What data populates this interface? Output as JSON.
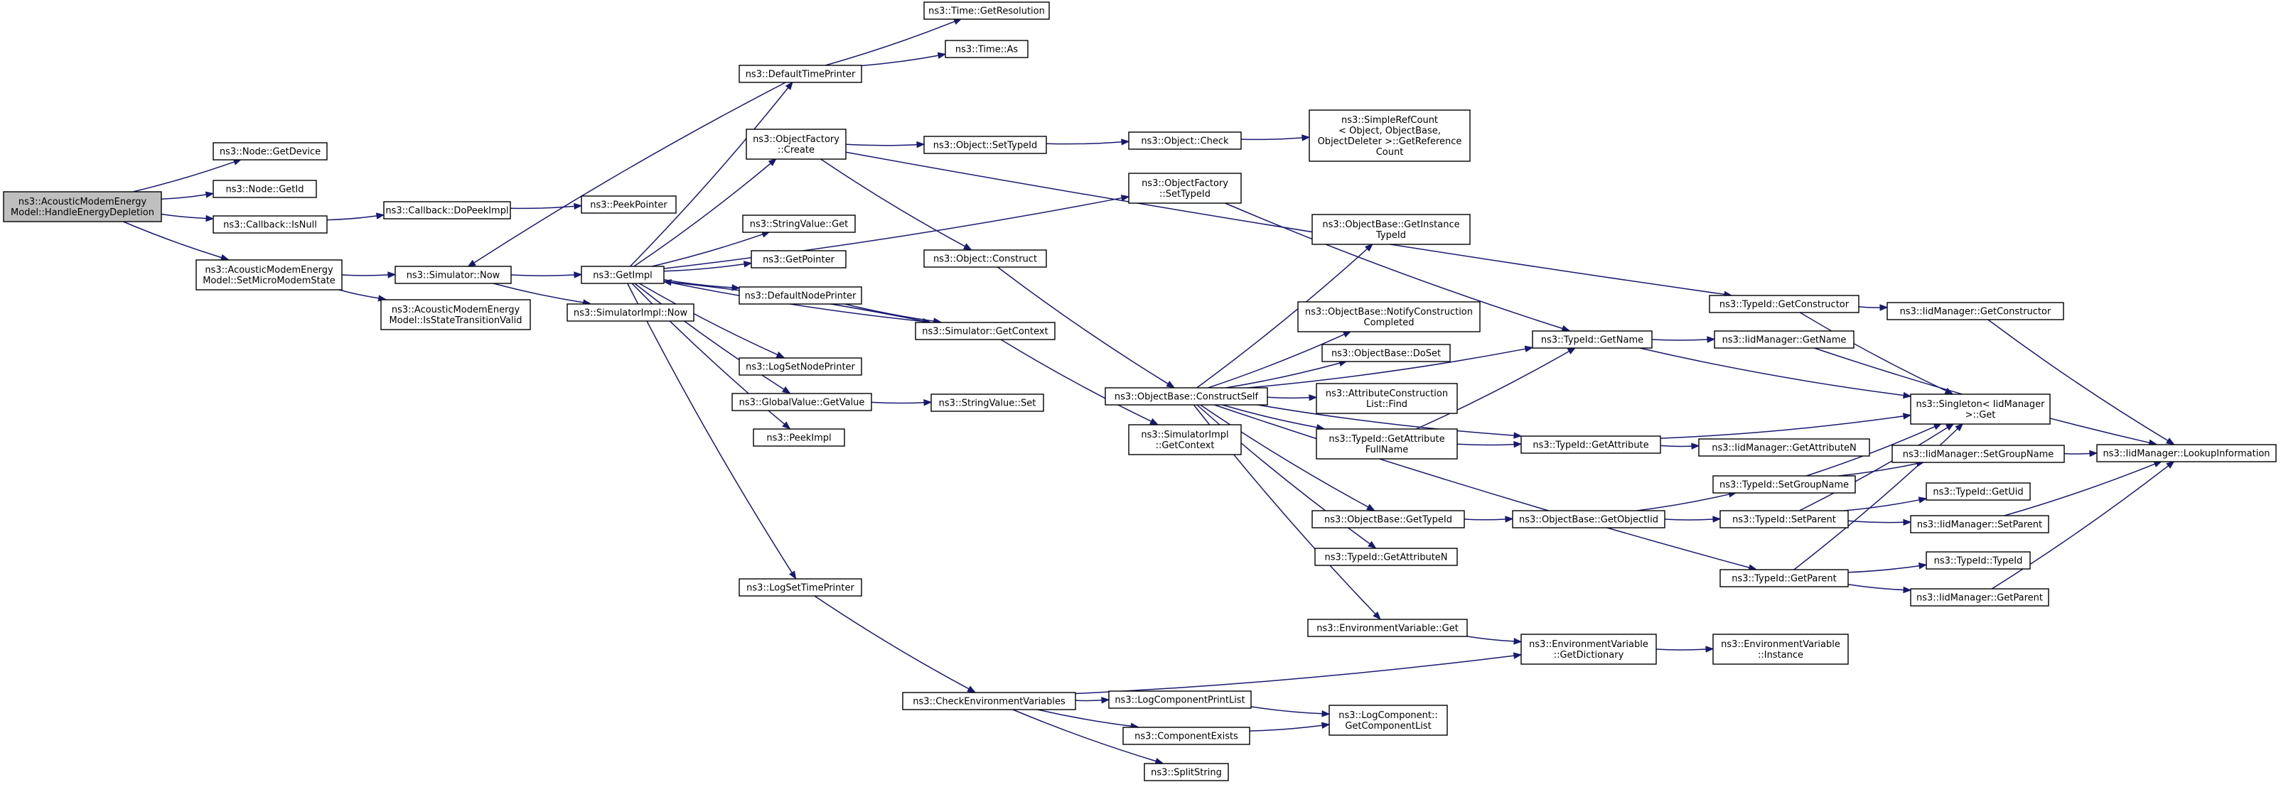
{
  "graph": {
    "nodes": [
      {
        "id": "root",
        "lines": [
          "ns3::AcousticModemEnergy",
          "Model::HandleEnergyDepletion"
        ],
        "root": true
      },
      {
        "id": "node_getdevice",
        "lines": [
          "ns3::Node::GetDevice"
        ]
      },
      {
        "id": "node_getid",
        "lines": [
          "ns3::Node::GetId"
        ]
      },
      {
        "id": "cb_isnull",
        "lines": [
          "ns3::Callback::IsNull"
        ]
      },
      {
        "id": "setmicro",
        "lines": [
          "ns3::AcousticModemEnergy",
          "Model::SetMicroModemState"
        ]
      },
      {
        "id": "cb_dopeek",
        "lines": [
          "ns3::Callback::DoPeekImpl"
        ]
      },
      {
        "id": "peekpointer",
        "lines": [
          "ns3::PeekPointer"
        ]
      },
      {
        "id": "sim_now",
        "lines": [
          "ns3::Simulator::Now"
        ]
      },
      {
        "id": "isvalid",
        "lines": [
          "ns3::AcousticModemEnergy",
          "Model::IsStateTransitionValid"
        ]
      },
      {
        "id": "getimpl",
        "lines": [
          "ns3::GetImpl"
        ]
      },
      {
        "id": "simimpl_now",
        "lines": [
          "ns3::SimulatorImpl::Now"
        ]
      },
      {
        "id": "defaulttimeprinter",
        "lines": [
          "ns3::DefaultTimePrinter"
        ]
      },
      {
        "id": "time_getres",
        "lines": [
          "ns3::Time::GetResolution"
        ]
      },
      {
        "id": "time_as",
        "lines": [
          "ns3::Time::As"
        ]
      },
      {
        "id": "objfactory_create",
        "lines": [
          "ns3::ObjectFactory",
          "::Create"
        ]
      },
      {
        "id": "obj_settypeid",
        "lines": [
          "ns3::Object::SetTypeId"
        ]
      },
      {
        "id": "obj_check",
        "lines": [
          "ns3::Object::Check"
        ]
      },
      {
        "id": "simplerefcount",
        "lines": [
          "ns3::SimpleRefCount",
          "< Object, ObjectBase,",
          "ObjectDeleter >::GetReference",
          "Count"
        ]
      },
      {
        "id": "objfactory_settypeid",
        "lines": [
          "ns3::ObjectFactory",
          "::SetTypeId"
        ]
      },
      {
        "id": "stringvalue_get",
        "lines": [
          "ns3::StringValue::Get"
        ]
      },
      {
        "id": "getpointer",
        "lines": [
          "ns3::GetPointer"
        ]
      },
      {
        "id": "obj_construct",
        "lines": [
          "ns3::Object::Construct"
        ]
      },
      {
        "id": "defaultnodeprinter",
        "lines": [
          "ns3::DefaultNodePrinter"
        ]
      },
      {
        "id": "sim_getcontext",
        "lines": [
          "ns3::Simulator::GetContext"
        ]
      },
      {
        "id": "logsetnodeprinter",
        "lines": [
          "ns3::LogSetNodePrinter"
        ]
      },
      {
        "id": "globalvalue_getvalue",
        "lines": [
          "ns3::GlobalValue::GetValue"
        ]
      },
      {
        "id": "stringvalue_set",
        "lines": [
          "ns3::StringValue::Set"
        ]
      },
      {
        "id": "peekimpl",
        "lines": [
          "ns3::PeekImpl"
        ]
      },
      {
        "id": "simimpl_getcontext",
        "lines": [
          "ns3::SimulatorImpl",
          "::GetContext"
        ]
      },
      {
        "id": "logsettimeprinter",
        "lines": [
          "ns3::LogSetTimePrinter"
        ]
      },
      {
        "id": "checkenvvars",
        "lines": [
          "ns3::CheckEnvironmentVariables"
        ]
      },
      {
        "id": "logcompprintlist",
        "lines": [
          "ns3::LogComponentPrintList"
        ]
      },
      {
        "id": "componentexists",
        "lines": [
          "ns3::ComponentExists"
        ]
      },
      {
        "id": "splitstring",
        "lines": [
          "ns3::SplitString"
        ]
      },
      {
        "id": "logcomp_getlist",
        "lines": [
          "ns3::LogComponent::",
          "GetComponentList"
        ]
      },
      {
        "id": "objbase_constructself",
        "lines": [
          "ns3::ObjectBase::ConstructSelf"
        ]
      },
      {
        "id": "objbase_getinstancetypeid",
        "lines": [
          "ns3::ObjectBase::GetInstance",
          "TypeId"
        ]
      },
      {
        "id": "objbase_notify",
        "lines": [
          "ns3::ObjectBase::NotifyConstruction",
          "Completed"
        ]
      },
      {
        "id": "objbase_doset",
        "lines": [
          "ns3::ObjectBase::DoSet"
        ]
      },
      {
        "id": "attrconstlist_find",
        "lines": [
          "ns3::AttributeConstruction",
          "List::Find"
        ]
      },
      {
        "id": "typeid_getattrfullname",
        "lines": [
          "ns3::TypeId::GetAttribute",
          "FullName"
        ]
      },
      {
        "id": "objbase_gettypeid",
        "lines": [
          "ns3::ObjectBase::GetTypeId"
        ]
      },
      {
        "id": "typeid_getattributen",
        "lines": [
          "ns3::TypeId::GetAttributeN"
        ]
      },
      {
        "id": "envvar_get",
        "lines": [
          "ns3::EnvironmentVariable::Get"
        ]
      },
      {
        "id": "envvar_getdict",
        "lines": [
          "ns3::EnvironmentVariable",
          "::GetDictionary"
        ]
      },
      {
        "id": "envvar_instance",
        "lines": [
          "ns3::EnvironmentVariable",
          "::Instance"
        ]
      },
      {
        "id": "typeid_getname",
        "lines": [
          "ns3::TypeId::GetName"
        ]
      },
      {
        "id": "typeid_getattribute",
        "lines": [
          "ns3::TypeId::GetAttribute"
        ]
      },
      {
        "id": "objbase_getobjectiid",
        "lines": [
          "ns3::ObjectBase::GetObjectIid"
        ]
      },
      {
        "id": "typeid_getconstructor",
        "lines": [
          "ns3::TypeId::GetConstructor"
        ]
      },
      {
        "id": "iidmgr_getname",
        "lines": [
          "ns3::IidManager::GetName"
        ]
      },
      {
        "id": "iidmgr_getattributen",
        "lines": [
          "ns3::IidManager::GetAttributeN"
        ]
      },
      {
        "id": "typeid_setgroupname",
        "lines": [
          "ns3::TypeId::SetGroupName"
        ]
      },
      {
        "id": "typeid_setparent",
        "lines": [
          "ns3::TypeId::SetParent"
        ]
      },
      {
        "id": "typeid_getparent",
        "lines": [
          "ns3::TypeId::GetParent"
        ]
      },
      {
        "id": "iidmgr_getconstructor",
        "lines": [
          "ns3::IidManager::GetConstructor"
        ]
      },
      {
        "id": "singleton_get",
        "lines": [
          "ns3::Singleton< IidManager",
          ">::Get"
        ]
      },
      {
        "id": "iidmgr_setgroupname",
        "lines": [
          "ns3::IidManager::SetGroupName"
        ]
      },
      {
        "id": "typeid_getuid",
        "lines": [
          "ns3::TypeId::GetUid"
        ]
      },
      {
        "id": "iidmgr_setparent",
        "lines": [
          "ns3::IidManager::SetParent"
        ]
      },
      {
        "id": "typeid_typeid",
        "lines": [
          "ns3::TypeId::TypeId"
        ]
      },
      {
        "id": "iidmgr_getparent",
        "lines": [
          "ns3::IidManager::GetParent"
        ]
      },
      {
        "id": "iidmgr_lookup",
        "lines": [
          "ns3::IidManager::LookupInformation"
        ]
      }
    ],
    "edges": [
      [
        "root",
        "node_getdevice"
      ],
      [
        "root",
        "node_getid"
      ],
      [
        "root",
        "cb_isnull"
      ],
      [
        "root",
        "setmicro"
      ],
      [
        "cb_isnull",
        "cb_dopeek"
      ],
      [
        "cb_dopeek",
        "peekpointer"
      ],
      [
        "setmicro",
        "sim_now"
      ],
      [
        "setmicro",
        "isvalid"
      ],
      [
        "sim_now",
        "getimpl"
      ],
      [
        "sim_now",
        "simimpl_now"
      ],
      [
        "getimpl",
        "defaulttimeprinter"
      ],
      [
        "getimpl",
        "objfactory_create"
      ],
      [
        "getimpl",
        "objfactory_settypeid"
      ],
      [
        "getimpl",
        "stringvalue_get"
      ],
      [
        "getimpl",
        "getpointer"
      ],
      [
        "getimpl",
        "defaultnodeprinter"
      ],
      [
        "getimpl",
        "sim_getcontext"
      ],
      [
        "getimpl",
        "logsetnodeprinter"
      ],
      [
        "getimpl",
        "globalvalue_getvalue"
      ],
      [
        "getimpl",
        "peekimpl"
      ],
      [
        "getimpl",
        "logsettimeprinter"
      ],
      [
        "defaulttimeprinter",
        "time_getres"
      ],
      [
        "defaulttimeprinter",
        "time_as"
      ],
      [
        "defaulttimeprinter",
        "sim_now"
      ],
      [
        "objfactory_create",
        "obj_settypeid"
      ],
      [
        "objfactory_create",
        "obj_construct"
      ],
      [
        "objfactory_create",
        "typeid_getconstructor"
      ],
      [
        "obj_settypeid",
        "obj_check"
      ],
      [
        "obj_check",
        "simplerefcount"
      ],
      [
        "objfactory_settypeid",
        "typeid_getname"
      ],
      [
        "obj_construct",
        "objbase_constructself"
      ],
      [
        "defaultnodeprinter",
        "sim_getcontext"
      ],
      [
        "sim_getcontext",
        "getimpl"
      ],
      [
        "sim_getcontext",
        "simimpl_getcontext"
      ],
      [
        "globalvalue_getvalue",
        "stringvalue_set"
      ],
      [
        "logsettimeprinter",
        "checkenvvars"
      ],
      [
        "checkenvvars",
        "envvar_getdict"
      ],
      [
        "checkenvvars",
        "logcompprintlist"
      ],
      [
        "checkenvvars",
        "componentexists"
      ],
      [
        "checkenvvars",
        "splitstring"
      ],
      [
        "logcompprintlist",
        "logcomp_getlist"
      ],
      [
        "componentexists",
        "logcomp_getlist"
      ],
      [
        "objbase_constructself",
        "objbase_getinstancetypeid"
      ],
      [
        "objbase_constructself",
        "objbase_notify"
      ],
      [
        "objbase_constructself",
        "objbase_doset"
      ],
      [
        "objbase_constructself",
        "attrconstlist_find"
      ],
      [
        "objbase_constructself",
        "typeid_getattrfullname"
      ],
      [
        "objbase_constructself",
        "objbase_gettypeid"
      ],
      [
        "objbase_constructself",
        "typeid_getattributen"
      ],
      [
        "objbase_constructself",
        "envvar_get"
      ],
      [
        "objbase_constructself",
        "typeid_getname"
      ],
      [
        "objbase_constructself",
        "typeid_getattribute"
      ],
      [
        "objbase_constructself",
        "typeid_getparent"
      ],
      [
        "typeid_getattrfullname",
        "typeid_getname"
      ],
      [
        "typeid_getattrfullname",
        "typeid_getattribute"
      ],
      [
        "objbase_gettypeid",
        "objbase_getobjectiid"
      ],
      [
        "envvar_get",
        "envvar_getdict"
      ],
      [
        "envvar_getdict",
        "envvar_instance"
      ],
      [
        "typeid_getname",
        "iidmgr_getname"
      ],
      [
        "typeid_getname",
        "singleton_get"
      ],
      [
        "typeid_getattribute",
        "iidmgr_getattributen"
      ],
      [
        "typeid_getattribute",
        "singleton_get"
      ],
      [
        "objbase_getobjectiid",
        "typeid_setgroupname"
      ],
      [
        "objbase_getobjectiid",
        "typeid_setparent"
      ],
      [
        "typeid_getconstructor",
        "iidmgr_getconstructor"
      ],
      [
        "typeid_getconstructor",
        "singleton_get"
      ],
      [
        "iidmgr_getname",
        "iidmgr_lookup"
      ],
      [
        "iidmgr_getconstructor",
        "iidmgr_lookup"
      ],
      [
        "typeid_setgroupname",
        "iidmgr_setgroupname"
      ],
      [
        "typeid_setgroupname",
        "singleton_get"
      ],
      [
        "iidmgr_setgroupname",
        "iidmgr_lookup"
      ],
      [
        "typeid_setparent",
        "typeid_getuid"
      ],
      [
        "typeid_setparent",
        "iidmgr_setparent"
      ],
      [
        "typeid_setparent",
        "singleton_get"
      ],
      [
        "iidmgr_setparent",
        "iidmgr_lookup"
      ],
      [
        "typeid_getparent",
        "typeid_typeid"
      ],
      [
        "typeid_getparent",
        "iidmgr_getparent"
      ],
      [
        "typeid_getparent",
        "singleton_get"
      ],
      [
        "iidmgr_getparent",
        "iidmgr_lookup"
      ]
    ]
  }
}
